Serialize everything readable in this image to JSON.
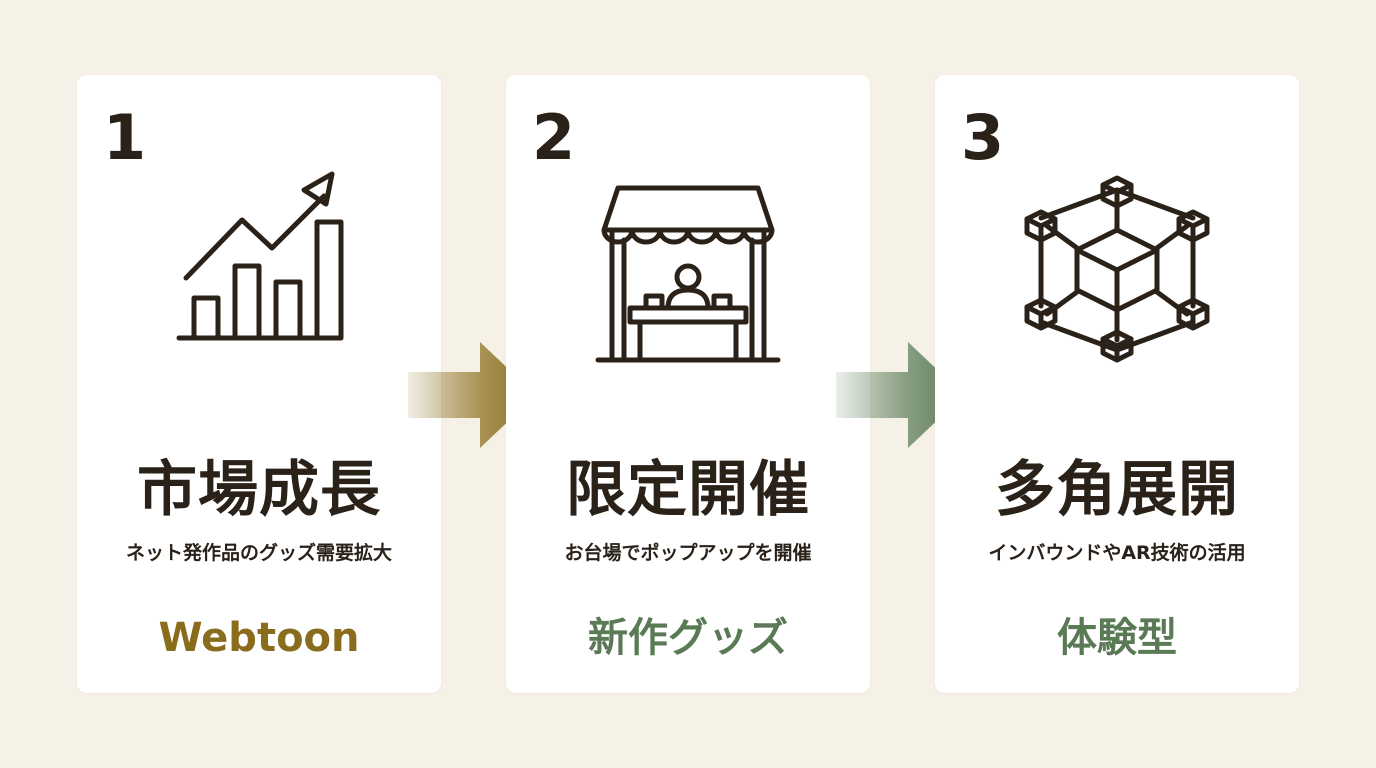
{
  "steps": [
    {
      "number": "1",
      "icon": "growth-chart-icon",
      "title": "市場成長",
      "description": "ネット発作品のグッズ需要拡大",
      "keyword": "Webtoon"
    },
    {
      "number": "2",
      "icon": "popup-stall-icon",
      "title": "限定開催",
      "description": "お台場でポップアップを開催",
      "keyword": "新作グッズ"
    },
    {
      "number": "3",
      "icon": "network-cube-icon",
      "title": "多角展開",
      "description": "インバウンドやAR技術の活用",
      "keyword": "体験型"
    }
  ],
  "colors": {
    "background": "#f5f1e7",
    "card": "#ffffff",
    "text": "#2a2118",
    "gold_accent": "#8a6d1c",
    "green_accent": "#5a7a56"
  }
}
